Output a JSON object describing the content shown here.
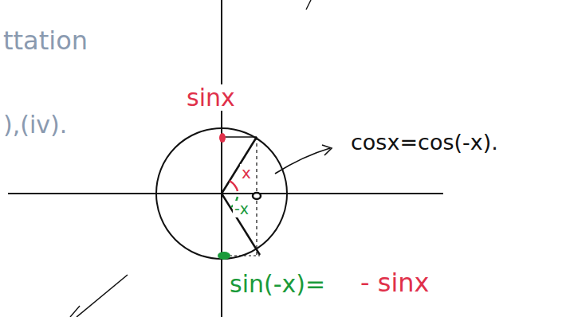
{
  "diagram": {
    "labels": [
      "ttation",
      "),(iv).",
      "sinx",
      "x",
      "cosx=cos(-x).",
      "-x",
      "sin(-x)=",
      "- sinx"
    ]
  }
}
